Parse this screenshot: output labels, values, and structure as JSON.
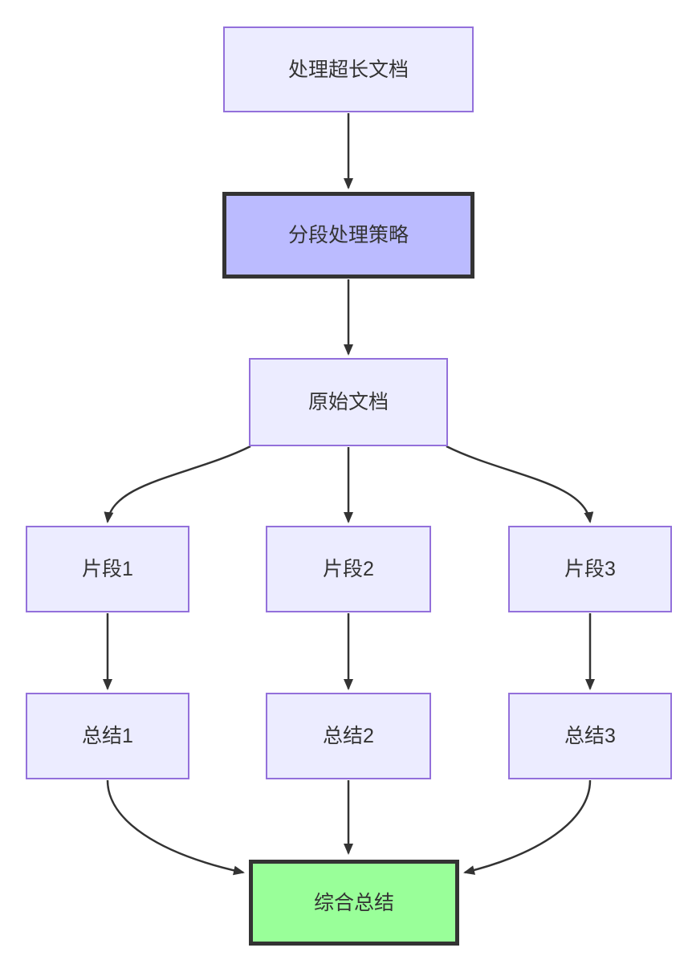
{
  "diagram": {
    "type": "flowchart",
    "direction": "top-down"
  },
  "nodes": {
    "A": {
      "label": "处理超长文档",
      "style": "default"
    },
    "B": {
      "label": "分段处理策略",
      "style": "highlight"
    },
    "C": {
      "label": "原始文档",
      "style": "default"
    },
    "D": {
      "label": "片段1",
      "style": "default"
    },
    "E": {
      "label": "片段2",
      "style": "default"
    },
    "F": {
      "label": "片段3",
      "style": "default"
    },
    "G": {
      "label": "总结1",
      "style": "default"
    },
    "H": {
      "label": "总结2",
      "style": "default"
    },
    "I": {
      "label": "总结3",
      "style": "default"
    },
    "J": {
      "label": "综合总结",
      "style": "result"
    }
  },
  "edges": [
    {
      "from": "处理超长文档",
      "to": "分段处理策略"
    },
    {
      "from": "分段处理策略",
      "to": "原始文档"
    },
    {
      "from": "原始文档",
      "to": "片段1"
    },
    {
      "from": "原始文档",
      "to": "片段2"
    },
    {
      "from": "原始文档",
      "to": "片段3"
    },
    {
      "from": "片段1",
      "to": "总结1"
    },
    {
      "from": "片段2",
      "to": "总结2"
    },
    {
      "from": "片段3",
      "to": "总结3"
    },
    {
      "from": "总结1",
      "to": "综合总结"
    },
    {
      "from": "总结2",
      "to": "综合总结"
    },
    {
      "from": "总结3",
      "to": "综合总结"
    }
  ],
  "colors": {
    "node_fill": "#ECECFF",
    "node_border": "#9370DB",
    "highlight_fill": "#bbbbff",
    "highlight_border": "#333333",
    "result_fill": "#99ff99",
    "result_border": "#333333",
    "edge": "#333333",
    "text": "#333333",
    "background": "#ffffff"
  }
}
